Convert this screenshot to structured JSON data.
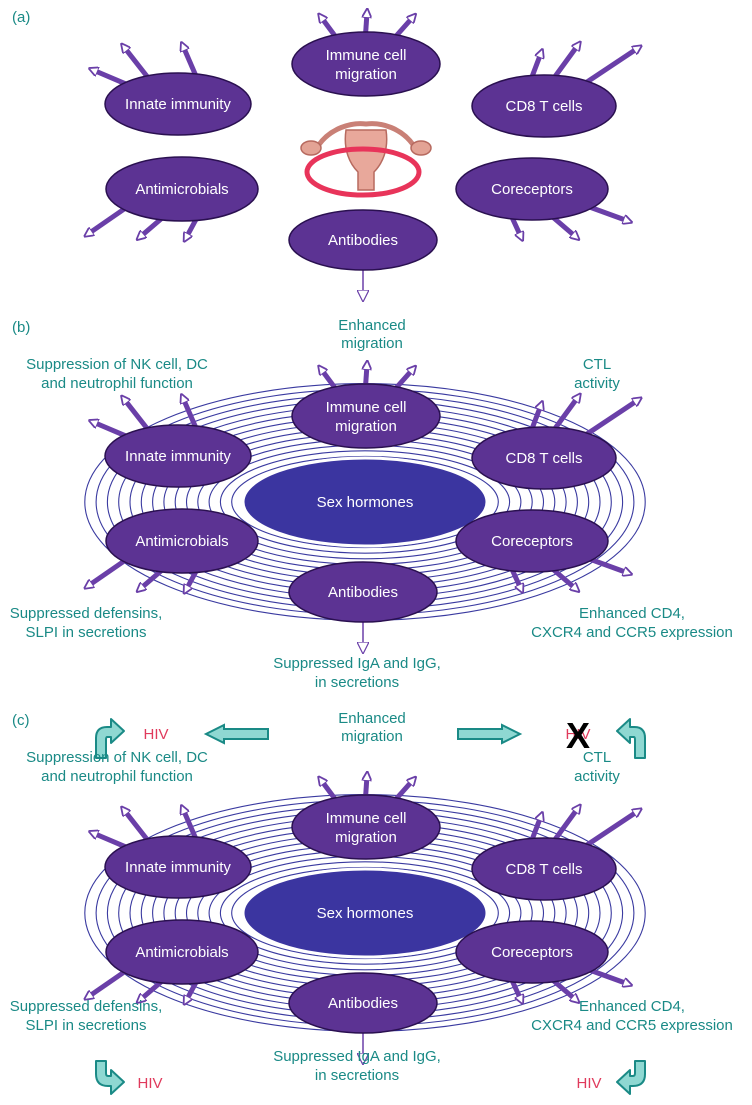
{
  "colors": {
    "node_fill": "#5c3393",
    "node_stroke": "#2a1050",
    "arrow": "#6a3fa8",
    "ring": "#3a3aa0",
    "hormone_fill": "#3b35a0",
    "teal": "#1a8a86",
    "teal_arrow_fill": "#8fd8d2",
    "hiv": "#e03a5c",
    "uterus_ring": "#e8345a"
  },
  "nodes": {
    "immune_cell_migration": [
      "Immune cell",
      "migration"
    ],
    "innate_immunity": "Innate immunity",
    "cd8_t_cells": "CD8 T cells",
    "antimicrobials": "Antimicrobials",
    "coreceptors": "Coreceptors",
    "antibodies": "Antibodies",
    "sex_hormones": "Sex hormones"
  },
  "panels": {
    "a": {
      "label": "(a)",
      "center_icon": "uterus-icon"
    },
    "b": {
      "label": "(b)",
      "effects": {
        "migration": [
          "Enhanced",
          "migration"
        ],
        "innate": [
          "Suppression of NK cell, DC",
          "and neutrophil function"
        ],
        "ctl": [
          "CTL",
          "activity"
        ],
        "antimicrobials": [
          "Suppressed defensins,",
          "SLPI in secretions"
        ],
        "coreceptors": [
          "Enhanced CD4,",
          "CXCR4 and CCR5 expression"
        ],
        "antibodies": [
          "Suppressed IgA and IgG,",
          "in secretions"
        ]
      }
    },
    "c": {
      "label": "(c)",
      "hiv": "HIV",
      "blocked_mark": "X",
      "effects": {
        "migration": [
          "Enhanced",
          "migration"
        ],
        "innate": [
          "Suppression of NK cell, DC",
          "and neutrophil function"
        ],
        "ctl": [
          "CTL",
          "activity"
        ],
        "antimicrobials": [
          "Suppressed defensins,",
          "SLPI in secretions"
        ],
        "coreceptors": [
          "Enhanced CD4,",
          "CXCR4 and CCR5 expression"
        ],
        "antibodies": [
          "Suppressed IgA and IgG,",
          "in secretions"
        ]
      }
    }
  }
}
